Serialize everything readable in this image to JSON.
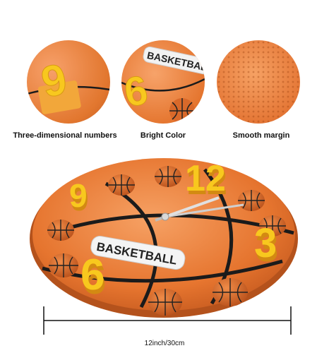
{
  "details": [
    {
      "caption": "Three-dimensional numbers",
      "digit": "9"
    },
    {
      "caption": "Bright Color",
      "digit": "6",
      "label": "BASKETBALL"
    },
    {
      "caption": "Smooth margin"
    }
  ],
  "clock": {
    "label": "BASKETBALL",
    "numbers": {
      "twelve": "12",
      "three": "3",
      "six": "6",
      "nine": "9"
    }
  },
  "dimension": "12inch/30cm",
  "colors": {
    "orange": "#e8772f",
    "yellow": "#f7c51c",
    "seam": "#1b1b1b"
  }
}
